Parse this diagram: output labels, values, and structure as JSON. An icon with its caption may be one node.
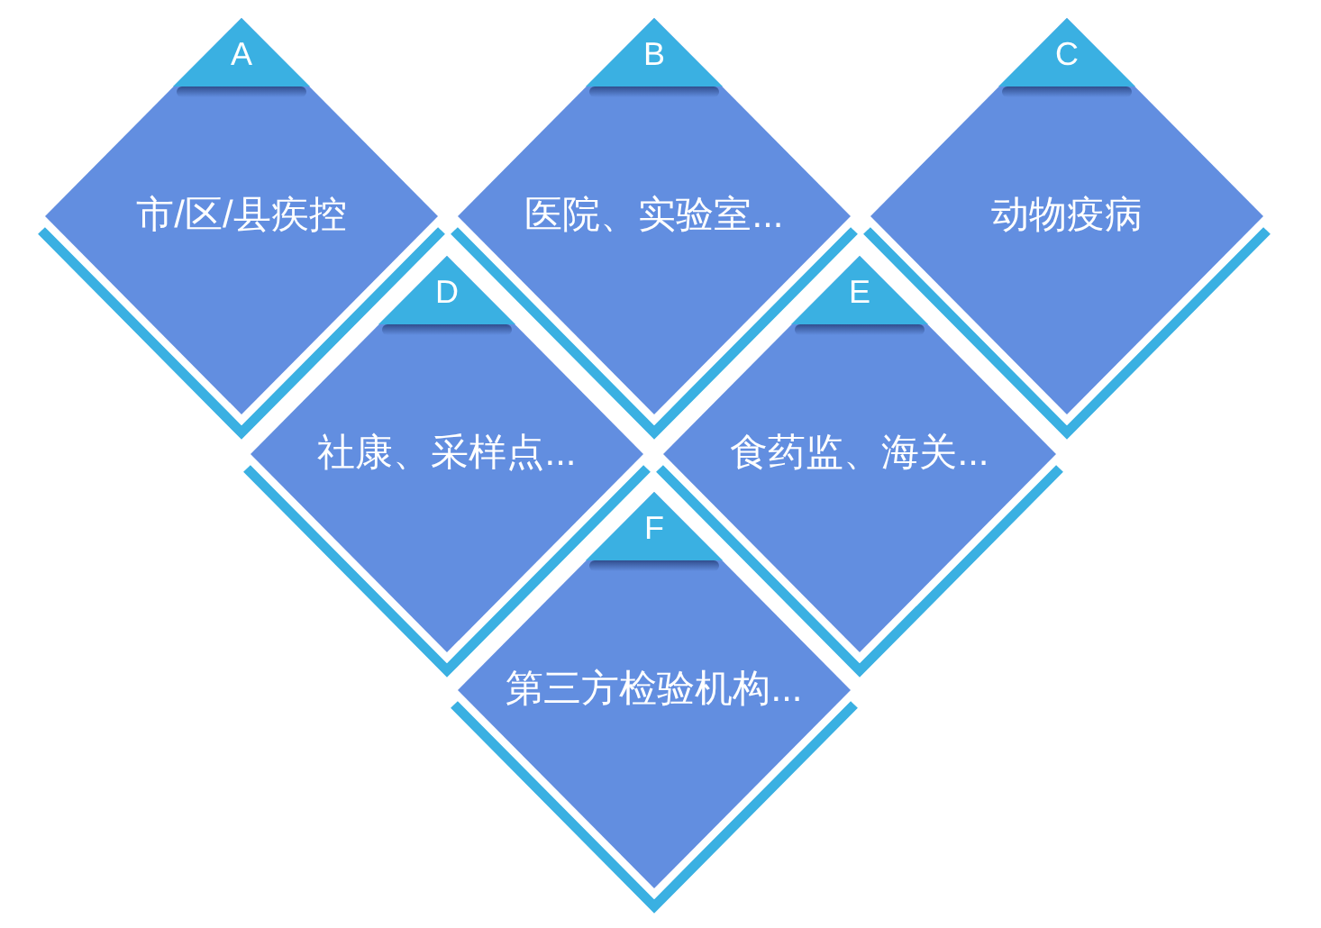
{
  "diagram": {
    "nodes": [
      {
        "text": [
          "A",
          "市/区/县疾控"
        ]
      },
      {
        "text": [
          "B",
          "医院、实验室..."
        ]
      },
      {
        "text": [
          "C",
          "动物疫病"
        ]
      },
      {
        "text": [
          "D",
          "社康、采样点..."
        ]
      },
      {
        "text": [
          "E",
          "食药监、海关..."
        ]
      },
      {
        "text": [
          "F",
          "第三方检验机构..."
        ]
      }
    ]
  }
}
